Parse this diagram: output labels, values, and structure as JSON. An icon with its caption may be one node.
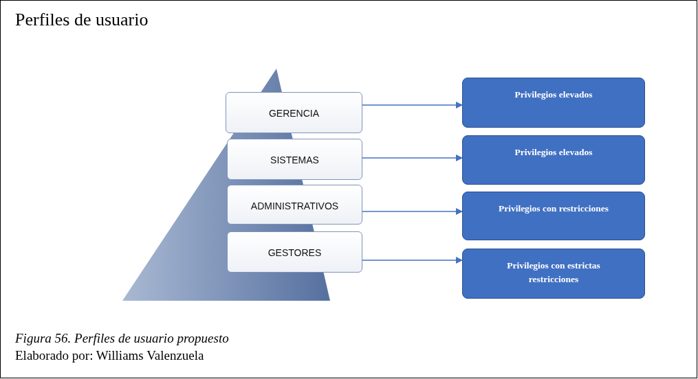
{
  "diagram": {
    "title": "Perfiles de usuario",
    "caption": "Figura 56. Perfiles de usuario propuesto",
    "nodes": [
      {
        "text": [
          "GERENCIA"
        ]
      },
      {
        "text": [
          "SISTEMAS"
        ]
      },
      {
        "text": [
          "ADMINISTRATIVOS"
        ]
      },
      {
        "text": [
          "GESTORES"
        ]
      },
      {
        "text": [
          "Privilegios elevados"
        ]
      },
      {
        "text": [
          "Privilegios elevados"
        ]
      },
      {
        "text": [
          "Privilegios con restricciones"
        ]
      },
      {
        "text": [
          "Privilegios con estrictas restricciones"
        ]
      }
    ],
    "edges": [
      {
        "from": 0,
        "to": 4,
        "arrow": "to"
      },
      {
        "from": 1,
        "to": 5,
        "arrow": "to"
      },
      {
        "from": 2,
        "to": 6,
        "arrow": "to"
      },
      {
        "from": 3,
        "to": 7,
        "arrow": "to"
      }
    ],
    "labels": [
      "Elaborado por: Williams Valenzuela"
    ]
  }
}
